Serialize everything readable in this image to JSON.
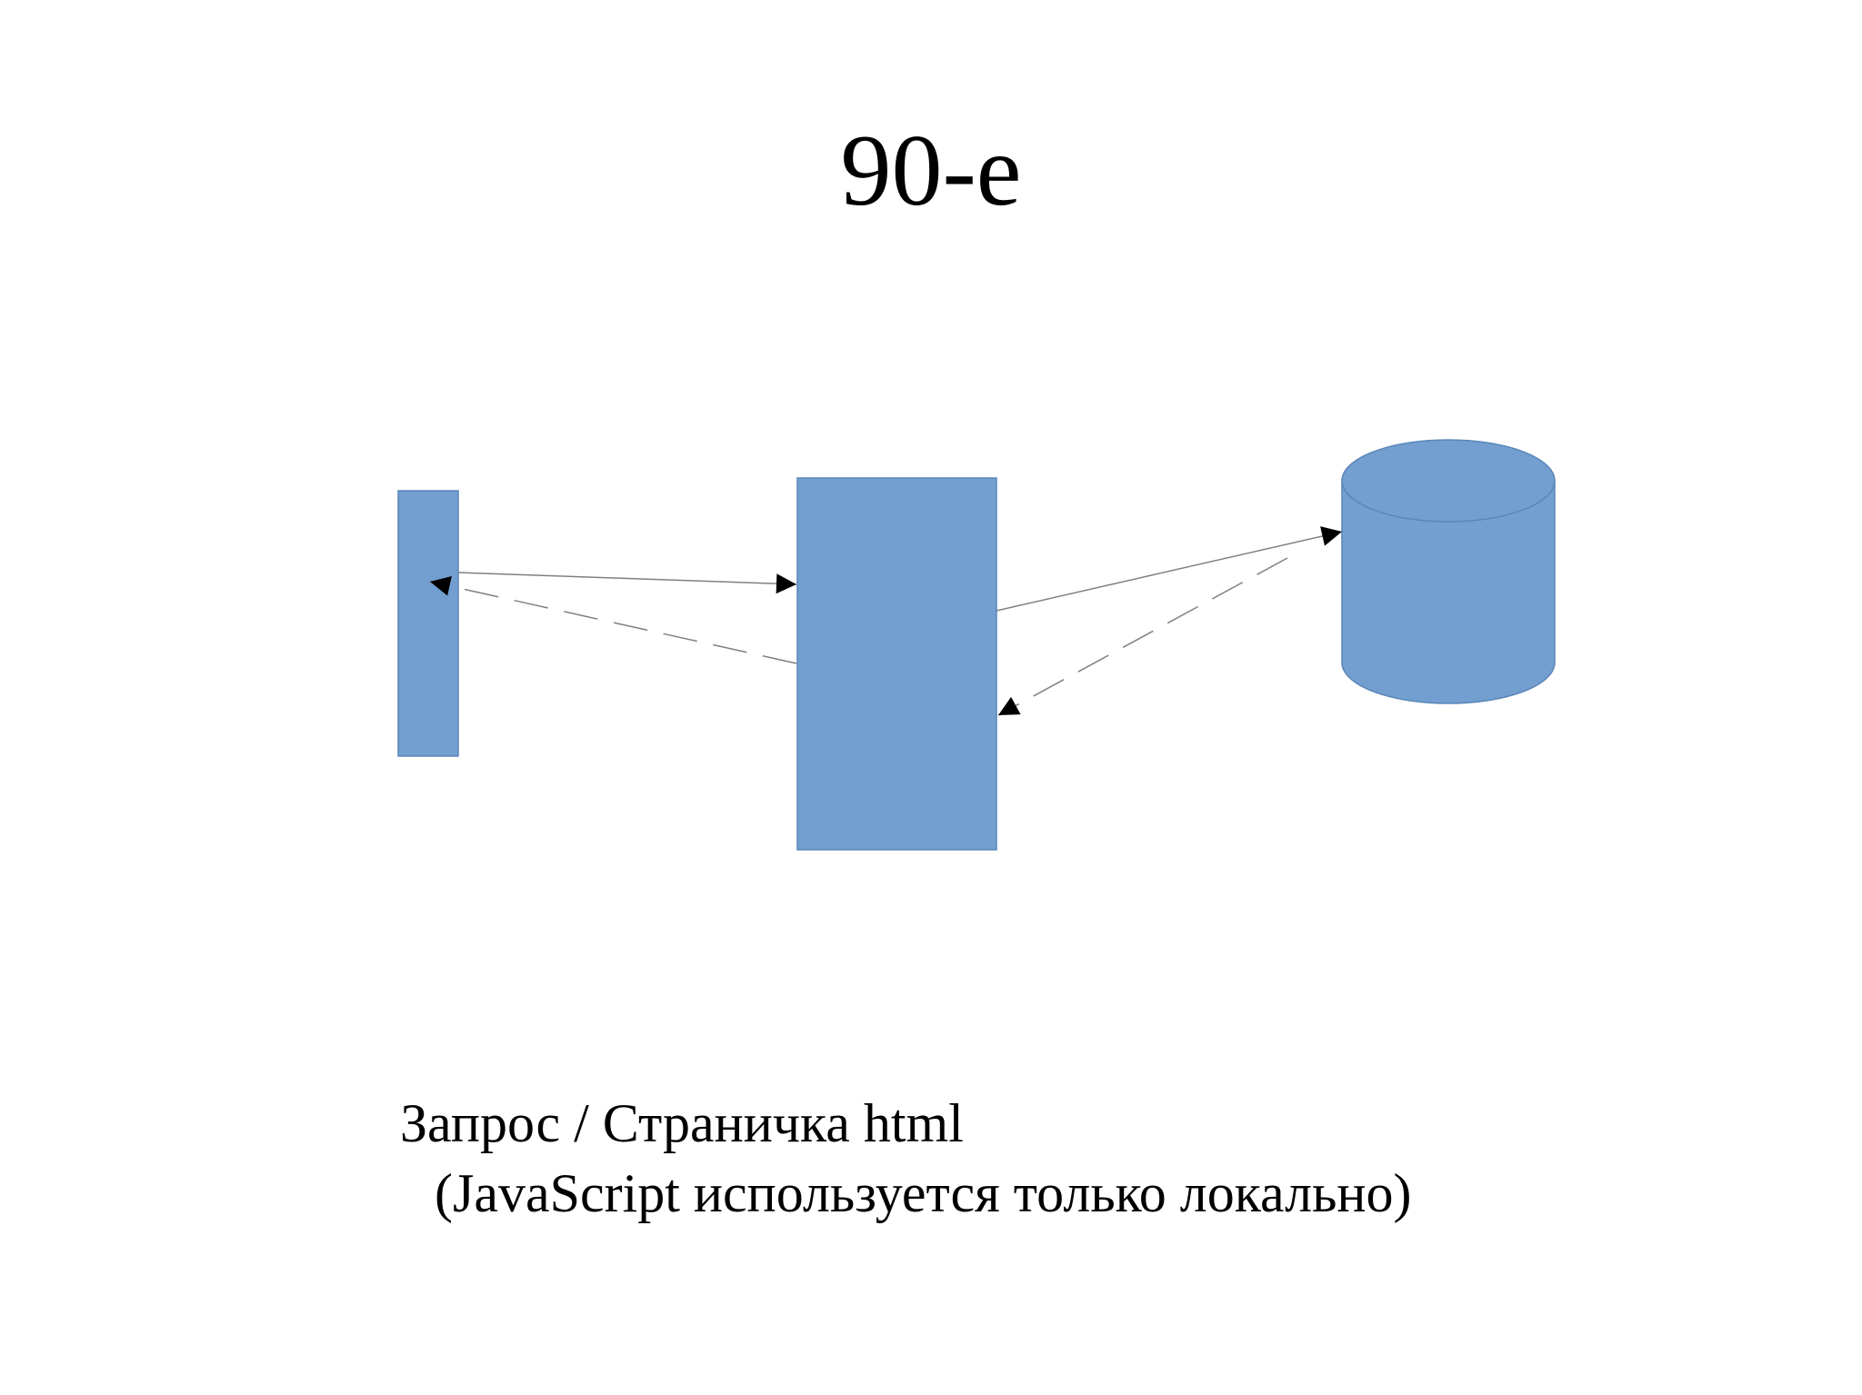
{
  "slide": {
    "title": "90-е"
  },
  "caption": {
    "line1": "Запрос / Страничка html",
    "line2": "(JavaScript используется только локально)"
  },
  "colors": {
    "shape_fill": "#729fcf",
    "shape_stroke": "#5a86b8",
    "arrow": "#808080",
    "arrowhead": "#000000"
  },
  "diagram": {
    "nodes": [
      {
        "id": "client",
        "shape": "rectangle"
      },
      {
        "id": "server",
        "shape": "rectangle"
      },
      {
        "id": "database",
        "shape": "cylinder"
      }
    ],
    "edges": [
      {
        "from": "client",
        "to": "server",
        "style": "solid"
      },
      {
        "from": "server",
        "to": "client",
        "style": "dashed"
      },
      {
        "from": "server",
        "to": "database",
        "style": "solid"
      },
      {
        "from": "database",
        "to": "server",
        "style": "dashed"
      }
    ]
  }
}
